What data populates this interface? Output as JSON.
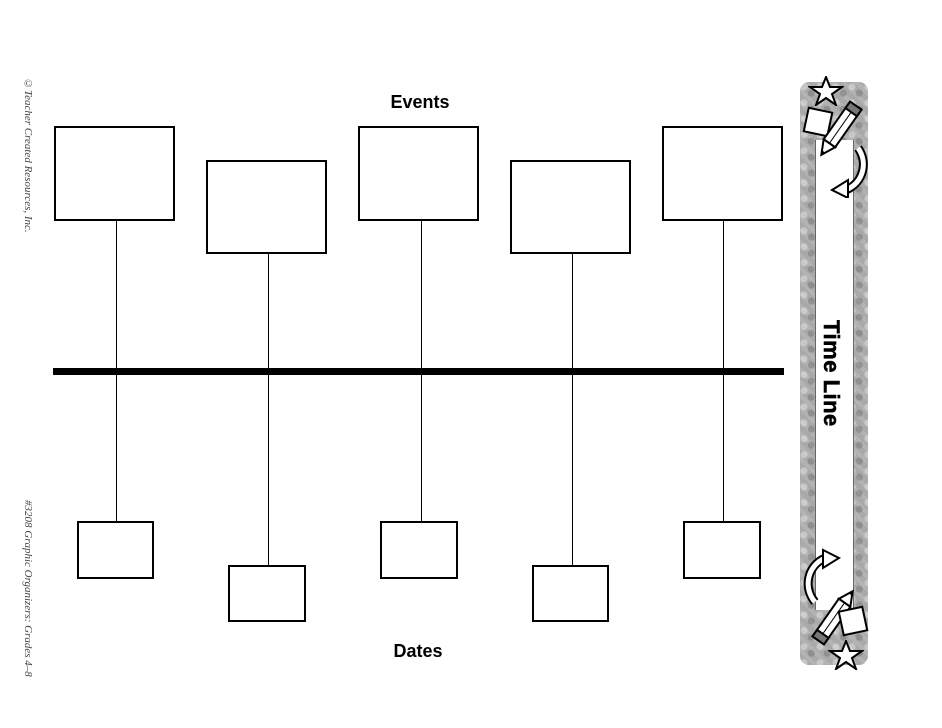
{
  "side_text": {
    "credit": "©Teacher Created Resources, Inc.",
    "footer": "#3208 Graphic Organizers:  Grades 4–8"
  },
  "labels": {
    "events": "Events",
    "dates": "Dates"
  },
  "panel": {
    "title": "Time Line",
    "top_icons": [
      "star-icon",
      "pencil-icon",
      "square-icon",
      "circular-arrow-icon"
    ],
    "bottom_icons": [
      "circular-arrow-icon",
      "pencil-icon",
      "square-icon",
      "star-icon"
    ]
  },
  "colors": {
    "panel_gray": "#a9a9a9",
    "line": "#000000"
  }
}
